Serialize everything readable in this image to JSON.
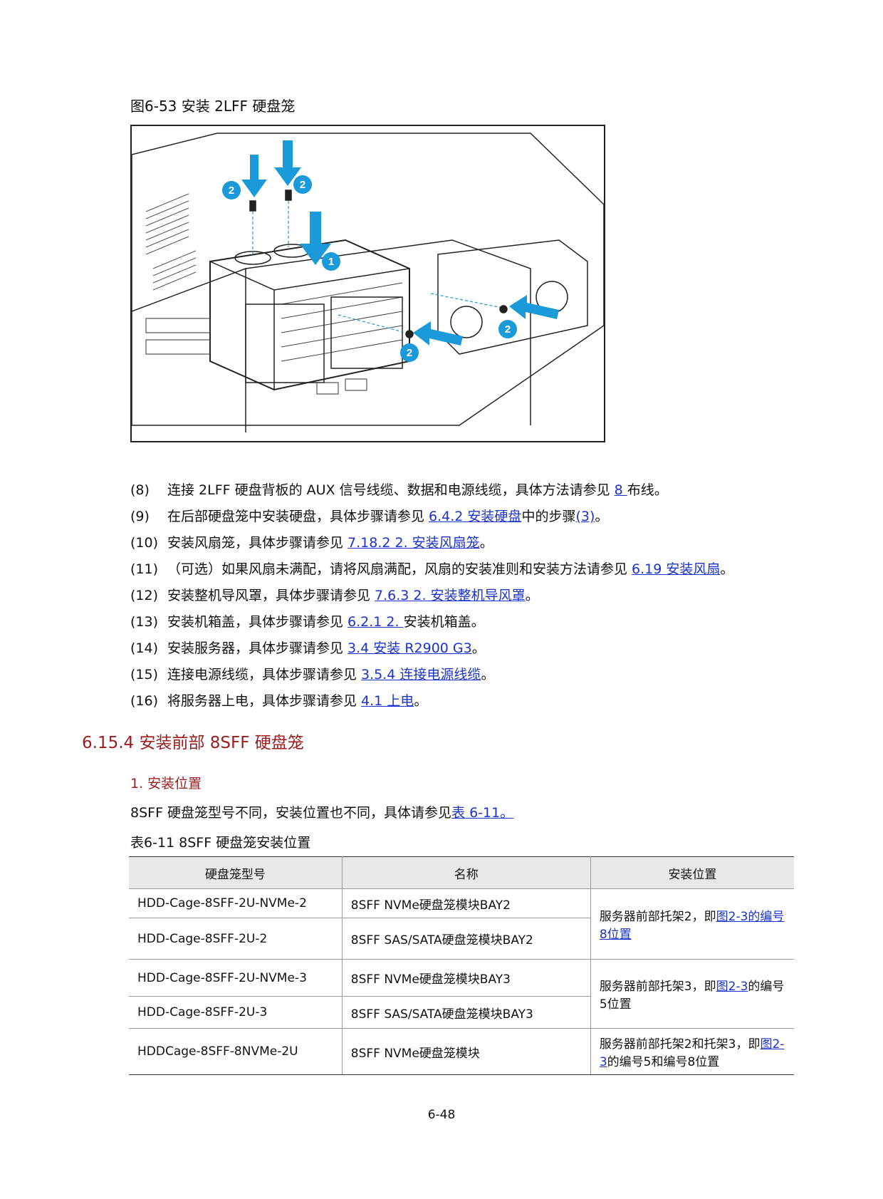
{
  "figure": {
    "caption": "图6-53  安装 2LFF 硬盘笼",
    "callouts": [
      "2",
      "2",
      "1",
      "2",
      "2"
    ]
  },
  "steps": [
    {
      "num": "(8)",
      "pre": "连接 2LFF 硬盘背板的 AUX 信号线缆、数据和电源线缆，具体方法请参见 ",
      "link": "8 ",
      "post": "布线。"
    },
    {
      "num": "(9)",
      "pre": "在后部硬盘笼中安装硬盘，具体步骤请参见 ",
      "link": "6.4.2  安装硬盘",
      "mid": "中的步骤",
      "link2": "(3)",
      "post": "。"
    },
    {
      "num": "(10)",
      "pre": "安装风扇笼，具体步骤请参见 ",
      "link": "7.18.2  2. 安装风扇笼",
      "post": "。"
    },
    {
      "num": "(11)",
      "pre": "（可选）如果风扇未满配，请将风扇满配，风扇的安装准则和安装方法请参见 ",
      "link": "6.19  安装风扇",
      "post": "。"
    },
    {
      "num": "(12)",
      "pre": "安装整机导风罩，具体步骤请参见 ",
      "link": "7.6.3  2. 安装整机导风罩",
      "post": "。"
    },
    {
      "num": "(13)",
      "pre": "安装机箱盖，具体步骤请参见 ",
      "link": "6.2.1  2. ",
      "post": "安装机箱盖。"
    },
    {
      "num": "(14)",
      "pre": "安装服务器，具体步骤请参见 ",
      "link": "3.4  安装 R2900 G3",
      "post": "。"
    },
    {
      "num": "(15)",
      "pre": "连接电源线缆，具体步骤请参见 ",
      "link": "3.5.4  连接电源线缆",
      "post": "。"
    },
    {
      "num": "(16)",
      "pre": "将服务器上电，具体步骤请参见 ",
      "link": "4.1  上电",
      "post": "。"
    }
  ],
  "section": {
    "heading": "6.15.4  安装前部 8SFF 硬盘笼",
    "subheading": "1. 安装位置",
    "body_pre": "8SFF 硬盘笼型号不同，安装位置也不同，具体请参见",
    "body_link": "表 6-11。",
    "table_caption": "表6-11  8SFF 硬盘笼安装位置"
  },
  "table": {
    "headers": [
      "硬盘笼型号",
      "名称",
      "安装位置"
    ],
    "rows": [
      {
        "model": "HDD-Cage-8SFF-2U-NVMe-2",
        "name": "8SFF NVMe硬盘笼模块BAY2"
      },
      {
        "model": "HDD-Cage-8SFF-2U-2",
        "name": "8SFF SAS/SATA硬盘笼模块BAY2"
      },
      {
        "model": "HDD-Cage-8SFF-2U-NVMe-3",
        "name": "8SFF NVMe硬盘笼模块BAY3"
      },
      {
        "model": "HDD-Cage-8SFF-2U-3",
        "name": "8SFF SAS/SATA硬盘笼模块BAY3"
      },
      {
        "model": "HDDCage-8SFF-8NVMe-2U",
        "name": "8SFF NVMe硬盘笼模块"
      }
    ],
    "locations": [
      {
        "pre": "服务器前部托架2，即",
        "link": "图2-3的编号8位置",
        "post": ""
      },
      {
        "pre": "服务器前部托架3，即",
        "link": "图2-3",
        "post": "的编号5位置"
      },
      {
        "pre": "服务器前部托架2和托架3，即",
        "link": "图2-3",
        "post": "的编号5和编号8位置"
      }
    ]
  },
  "page_number": "6-48",
  "colors": {
    "heading": "#9b1c1c",
    "link": "#1a33cc",
    "arrow": "#1a9ad9"
  }
}
